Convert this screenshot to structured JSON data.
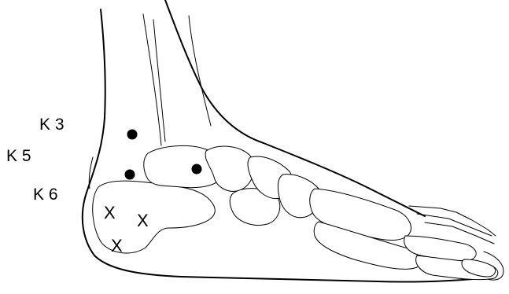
{
  "diagram": {
    "labels": {
      "k3": "K 3",
      "k5": "K 5",
      "k6": "K 6"
    },
    "x_marks": [
      "X",
      "X",
      "X"
    ],
    "colors": {
      "ink": "#000000",
      "paper": "#ffffff"
    }
  }
}
